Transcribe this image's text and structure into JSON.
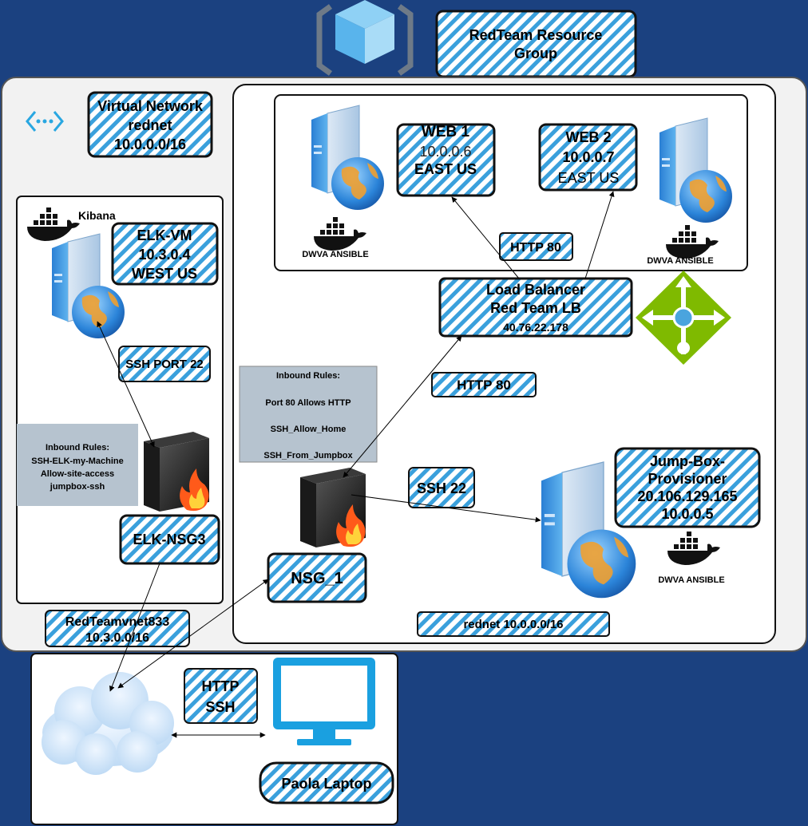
{
  "resource_group": {
    "line1": "RedTeam Resource",
    "line2": "Group"
  },
  "vnet": {
    "line1": "Virtual Network",
    "line2": "rednet",
    "line3": "10.0.0.0/16"
  },
  "kibana_label": "Kibana",
  "elk": {
    "line1": "ELK-VM",
    "line2": "10.3.0.4",
    "line3": "WEST US",
    "ssh_label": "SSH PORT 22",
    "rules": [
      "Inbound Rules:",
      "SSH-ELK-my-Machine",
      "Allow-site-access",
      "jumpbox-ssh"
    ],
    "nsg_label": "ELK-NSG3"
  },
  "web1": {
    "line1": "WEB 1",
    "line2": "10.0.0.6",
    "line3": "EAST US"
  },
  "web2": {
    "line1": "WEB 2",
    "line2": "10.0.0.7",
    "line3": "EAST US"
  },
  "dwva_label": "DWVA ANSIBLE",
  "http_top": "HTTP 80",
  "lb": {
    "line1": "Load Balancer",
    "line2": "Red Team LB",
    "line3": "40.76.22.178"
  },
  "http_mid": "HTTP 80",
  "nsg1_rules": [
    "Inbound Rules:",
    "Port 80 Allows HTTP",
    "SSH_Allow_Home",
    "SSH_From_Jumpbox"
  ],
  "ssh22": "SSH  22",
  "jumpbox": {
    "line1": "Jump-Box-",
    "line2": "Provisioner",
    "line3": "20.106.129.165",
    "line4": "10.0.0.5"
  },
  "nsg1_label": "NSG_1",
  "rednet_bottom": "rednet 10.0.0.0/16",
  "elk_vnet": {
    "line1": "RedTeamvnet833",
    "line2": "10.3.0.0/16"
  },
  "proto": {
    "line1": "HTTP",
    "line2": "SSH"
  },
  "laptop_label": "Paola Laptop",
  "colors": {
    "background": "#1b4180",
    "stripe": "#3aa0dc",
    "azure_blue": "#2f8fd6",
    "lb_green": "#7fba00",
    "rules_grey": "#b6c3cf"
  }
}
